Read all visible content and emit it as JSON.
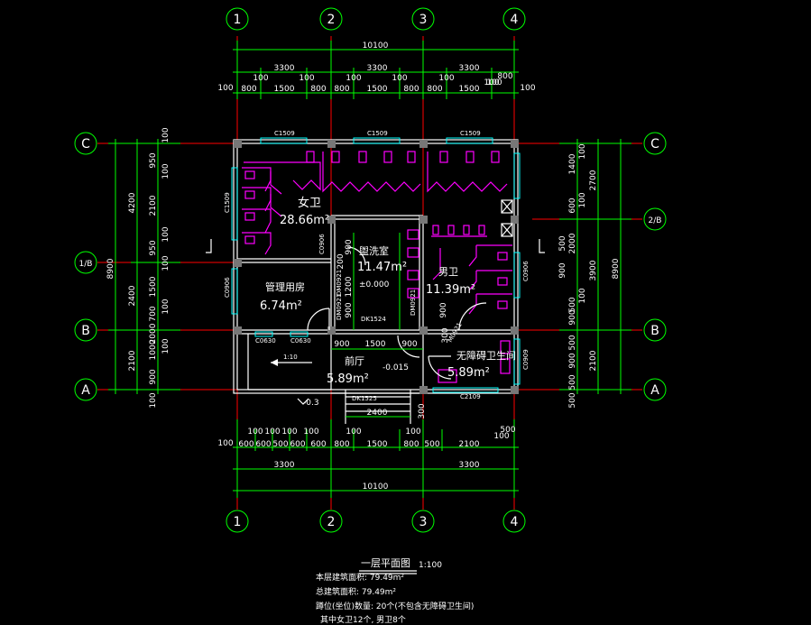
{
  "axes": {
    "columns": [
      "1",
      "2",
      "3",
      "4"
    ],
    "rows": [
      "C",
      "2/B",
      "1/B",
      "B",
      "A"
    ]
  },
  "dimensions": {
    "top_total": "10100",
    "top_bays": [
      "3300",
      "3300",
      "3300"
    ],
    "top_small": [
      "100",
      "100",
      "100",
      "100",
      "100",
      "100",
      "800"
    ],
    "top_detail": [
      "100",
      "800",
      "1500",
      "800",
      "800",
      "1500",
      "800",
      "800",
      "1500",
      "100",
      "100"
    ],
    "bottom_total": "10100",
    "bottom_bays": [
      "3300",
      "3300"
    ],
    "bottom_small": [
      "100",
      "100",
      "100",
      "100",
      "100",
      "100",
      "500"
    ],
    "bottom_detail": [
      "100",
      "600",
      "600",
      "500",
      "600",
      "600",
      "800",
      "1500",
      "800",
      "500",
      "2100",
      "100"
    ],
    "left_total": "8900",
    "left_bays": [
      "4200",
      "2400",
      "2100"
    ],
    "left_detail": [
      "950",
      "2100",
      "950",
      "1500",
      "700",
      "2000",
      "1000",
      "900"
    ],
    "left_small": [
      "100",
      "100",
      "100",
      "100",
      "100",
      "100",
      "100"
    ],
    "right_total": "8900",
    "right_bays": [
      "2700",
      "3900",
      "2100"
    ],
    "right_detail": [
      "1400",
      "600",
      "2000",
      "500",
      "900",
      "500",
      "900",
      "500"
    ],
    "right_small": [
      "500",
      "500",
      "900",
      "100",
      "100",
      "100"
    ],
    "inner": [
      "900",
      "1500",
      "900",
      "900",
      "200",
      "1200",
      "900",
      "900",
      "2400",
      "300",
      "300"
    ]
  },
  "rooms": [
    {
      "name": "女卫",
      "area": "28.66m²"
    },
    {
      "name": "盥洗室",
      "area": "11.47m²"
    },
    {
      "name": "男卫",
      "area": "11.39m²"
    },
    {
      "name": "管理用房",
      "area": "6.74m²"
    },
    {
      "name": "前厅",
      "area": "5.89m²"
    },
    {
      "name": "无障碍卫生间",
      "area": "5.89m²"
    }
  ],
  "levels": [
    "±0.000",
    "-0.015",
    "-0.3"
  ],
  "slope": "1:10",
  "openings": [
    "C1509",
    "C1509",
    "C1509",
    "C1509",
    "C0906",
    "C0906",
    "C0630",
    "C0630",
    "C2109",
    "C0909",
    "DK1524",
    "DK1525",
    "DM0921",
    "DM0921",
    "DM0921",
    "M0921",
    "C0906"
  ],
  "title": {
    "name": "一层平面图",
    "scale": "1:100"
  },
  "notes": [
    "本层建筑面积: 79.49m²",
    "总建筑面积: 79.49m²",
    "蹲位(坐位)数量: 20个(不包含无障碍卫生间)",
    "其中女卫12个, 男卫8个"
  ]
}
